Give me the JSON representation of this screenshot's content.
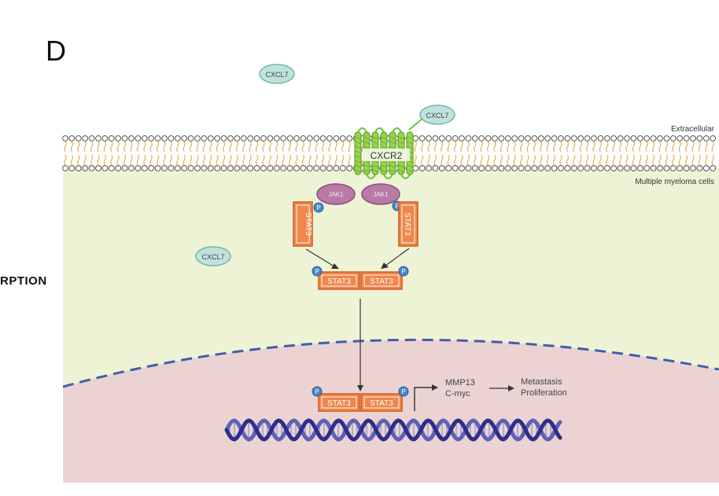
{
  "panel_label": "D",
  "side_label": "RPTION",
  "regions": {
    "extracellular": "Extracellular",
    "cell": "Multiple myeloma cells"
  },
  "ligands": [
    "CXCL7",
    "CXCL7",
    "CXCL7"
  ],
  "receptor": "CXCR2",
  "kinase_left": "JAK1",
  "kinase_right": "JAK1",
  "stat_left": "STAT3",
  "stat_right": "STAT3",
  "phospho": "P",
  "cyto_dimer": [
    "STAT3",
    "STAT3"
  ],
  "nuclear_dimer": [
    "STAT3",
    "STAT3"
  ],
  "targets": [
    "MMP13",
    "C-myc"
  ],
  "outcomes": [
    "Metastasis",
    "Proliferation"
  ],
  "colors": {
    "cytoplasm": "#eef3d6",
    "nucleus": "#ecd3d3",
    "stat_fill": "#f0864a",
    "stat_stroke": "#d05a1e",
    "jak": "#b97aa6",
    "ligand": "#bfe3dc",
    "receptor": "#8acb3f",
    "phospho": "#4d86c6",
    "dna_a": "#2c2f8a",
    "dna_b": "#5a63b5"
  }
}
